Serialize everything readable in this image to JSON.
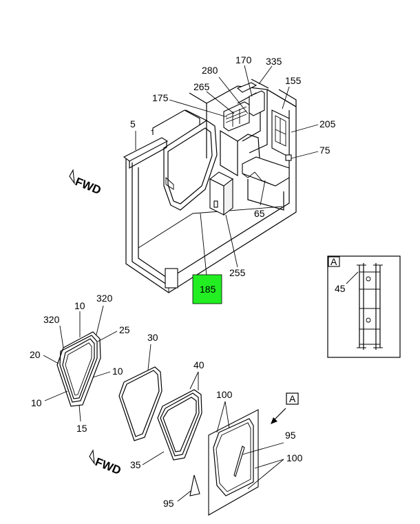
{
  "highlight_color": "#22ee22",
  "callouts": {
    "c5": "5",
    "c175": "175",
    "c265": "265",
    "c280": "280",
    "c170": "170",
    "c335": "335",
    "c155": "155",
    "c205": "205",
    "c75": "75",
    "c65": "65",
    "c255": "255",
    "c185": "185",
    "c10a": "10",
    "c320a": "320",
    "c320b": "320",
    "c25": "25",
    "c20": "20",
    "c10b": "10",
    "c10c": "10",
    "c15": "15",
    "c30": "30",
    "c40": "40",
    "c35": "35",
    "c100a": "100",
    "c95a": "95",
    "c100b": "100",
    "c95b": "95",
    "c45": "45"
  },
  "detail_label": "A",
  "view_label": "A",
  "fwd_top": "FWD",
  "fwd_bottom": "FWD"
}
